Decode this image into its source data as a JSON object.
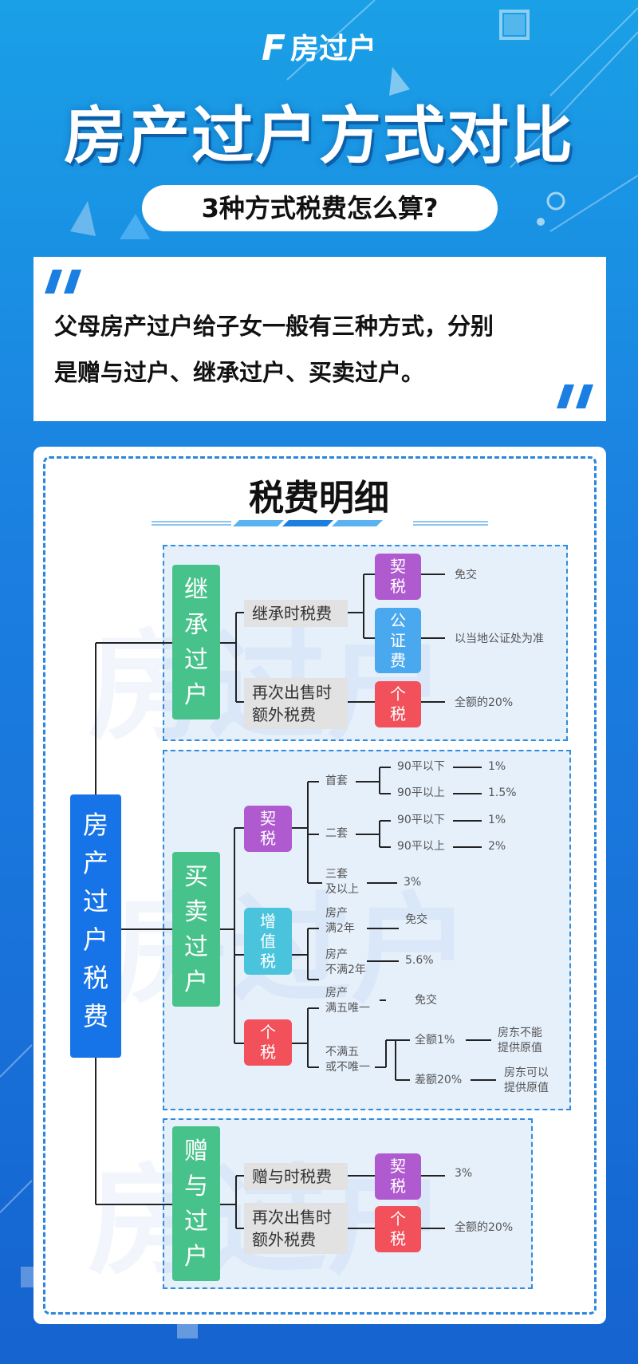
{
  "brand": {
    "name": "房过户"
  },
  "header": {
    "title": "房产过户方式对比",
    "subtitle": "3种方式税费怎么算?"
  },
  "intro": {
    "line1": "父母房产过户给子女一般有三种方式，分别",
    "line2": "是赠与过户、继承过户、买卖过户。"
  },
  "card": {
    "title": "税费明细",
    "watermark": "房过户"
  },
  "root": {
    "label": "房产过户税费"
  },
  "inherit": {
    "label": "继承过户",
    "branch1": "继承时税费",
    "branch2_line1": "再次出售时",
    "branch2_line2": "额外税费",
    "deed_tax_1": "契",
    "deed_tax_2": "税",
    "deed_tax_value": "免交",
    "notary_1": "公",
    "notary_2": "证",
    "notary_3": "费",
    "notary_value": "以当地公证处为准",
    "income_tax_1": "个",
    "income_tax_2": "税",
    "income_tax_value": "全额的20%"
  },
  "trade": {
    "label": "买卖过户",
    "deed_tax_1": "契",
    "deed_tax_2": "税",
    "first_home": "首套",
    "second_home": "二套",
    "third_line1": "三套",
    "third_line2": "及以上",
    "third_value": "3%",
    "under90": "90平以下",
    "over90": "90平以上",
    "first_under": "1%",
    "first_over": "1.5%",
    "second_under": "1%",
    "second_over": "2%",
    "vat_1": "增",
    "vat_2": "值",
    "vat_3": "税",
    "vat_a_line1": "房产",
    "vat_a_line2": "满2年",
    "vat_a_value": "免交",
    "vat_b_line1": "房产",
    "vat_b_line2": "不满2年",
    "vat_b_value": "5.6%",
    "income_1": "个",
    "income_2": "税",
    "inc_a_line1": "房产",
    "inc_a_line2": "满五唯一",
    "inc_a_value": "免交",
    "inc_b_line1": "不满五",
    "inc_b_line2": "或不唯一",
    "full_rate": "全额1%",
    "full_note_line1": "房东不能",
    "full_note_line2": "提供原值",
    "diff_rate": "差额20%",
    "diff_note_line1": "房东可以",
    "diff_note_line2": "提供原值"
  },
  "gift": {
    "label": "赠与过户",
    "branch1": "赠与时税费",
    "branch2_line1": "再次出售时",
    "branch2_line2": "额外税费",
    "deed_tax_1": "契",
    "deed_tax_2": "税",
    "deed_tax_value": "3%",
    "income_1": "个",
    "income_2": "税",
    "income_value": "全额的20%"
  }
}
